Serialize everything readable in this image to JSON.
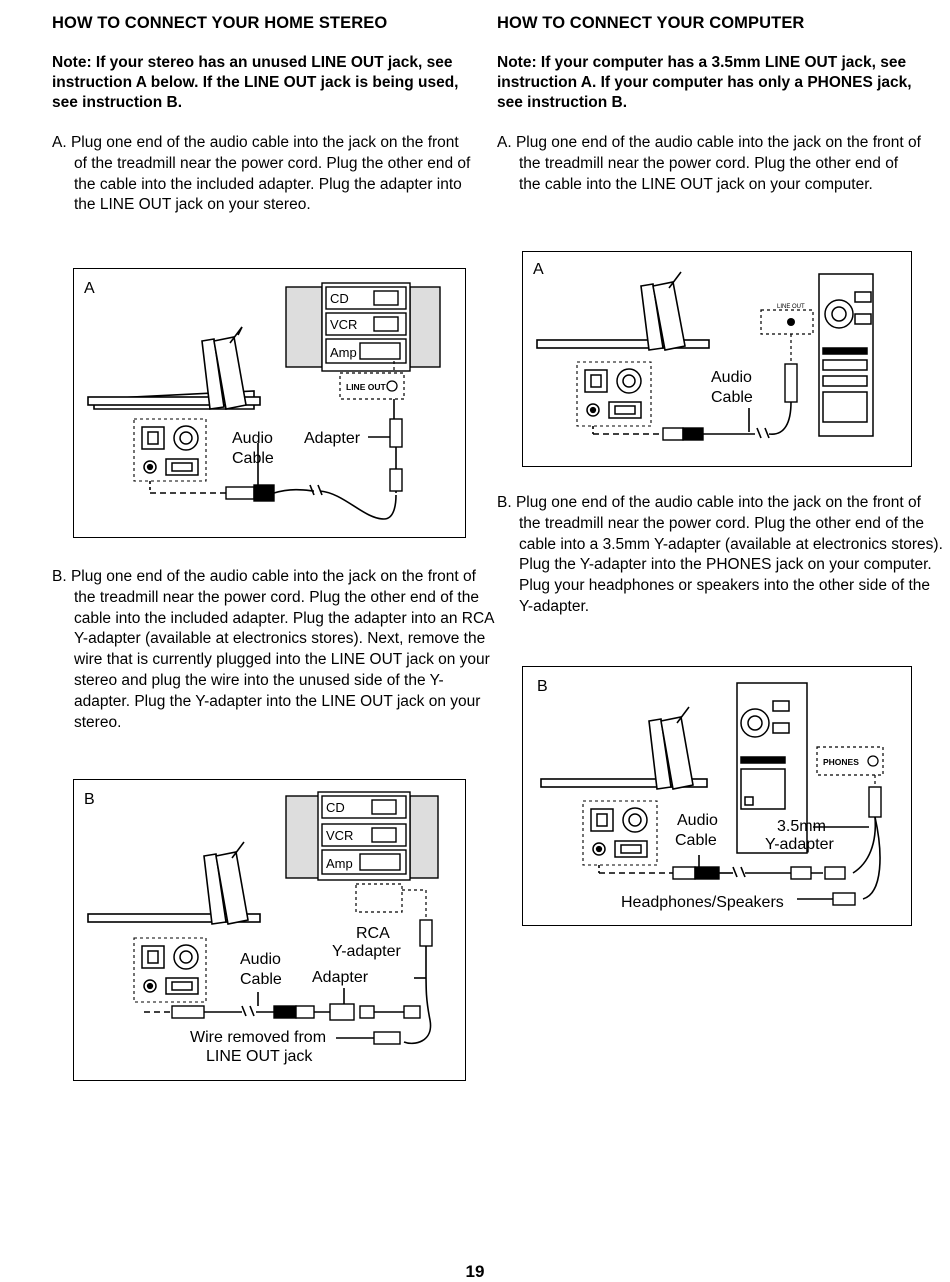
{
  "left": {
    "heading": "HOW TO CONNECT YOUR HOME STEREO",
    "note": "Note: If your stereo has an unused LINE OUT jack, see instruction A below. If the LINE OUT jack is being used, see instruction B.",
    "step_a": "A. Plug one end of the audio cable into the jack on the front of the treadmill near the power cord. Plug the other end of the cable into the included adapter. Plug the adapter into the LINE OUT jack on your stereo.",
    "step_b": "B. Plug one end of the audio cable into the jack on the front of the treadmill near the power cord. Plug the other end of the cable into the included adapter. Plug the adapter into an RCA Y-adapter (available at electronics stores). Next, remove the wire that is currently plugged into the LINE OUT jack on your stereo and plug the wire into the unused side of the Y-adapter. Plug the Y-adapter into the LINE OUT jack on your stereo.",
    "fig_a": {
      "letter": "A",
      "cd": "CD",
      "vcr": "VCR",
      "amp": "Amp",
      "line_out": "LINE OUT",
      "audio": "Audio",
      "cable": "Cable",
      "adapter": "Adapter"
    },
    "fig_b": {
      "letter": "B",
      "cd": "CD",
      "vcr": "VCR",
      "amp": "Amp",
      "rca": "RCA",
      "y_adapter": "Y-adapter",
      "audio": "Audio",
      "cable": "Cable",
      "adapter": "Adapter",
      "wire_removed": "Wire removed from",
      "line_out_jack": "LINE OUT jack"
    }
  },
  "right": {
    "heading": "HOW TO CONNECT YOUR COMPUTER",
    "note": "Note: If your computer has a 3.5mm LINE OUT jack, see instruction A. If your computer has only a PHONES jack, see instruction B.",
    "step_a": "A. Plug one end of the audio cable into the jack on the front of the treadmill near the power cord. Plug the other end of the cable into the LINE OUT jack on your computer.",
    "step_b": "B. Plug one end of the audio cable into the jack on the front of the treadmill near the power cord. Plug the other end of the cable into a 3.5mm Y-adapter (available at electronics stores). Plug the Y-adapter into the PHONES jack on your computer. Plug your headphones or speakers into the other side of the Y-adapter.",
    "fig_a": {
      "letter": "A",
      "line_out_small": "LINE OUT",
      "audio": "Audio",
      "cable": "Cable"
    },
    "fig_b": {
      "letter": "B",
      "phones": "PHONES",
      "audio": "Audio",
      "cable": "Cable",
      "size": "3.5mm",
      "y_adapter": "Y-adapter",
      "headphones": "Headphones/Speakers"
    }
  },
  "page_number": "19"
}
